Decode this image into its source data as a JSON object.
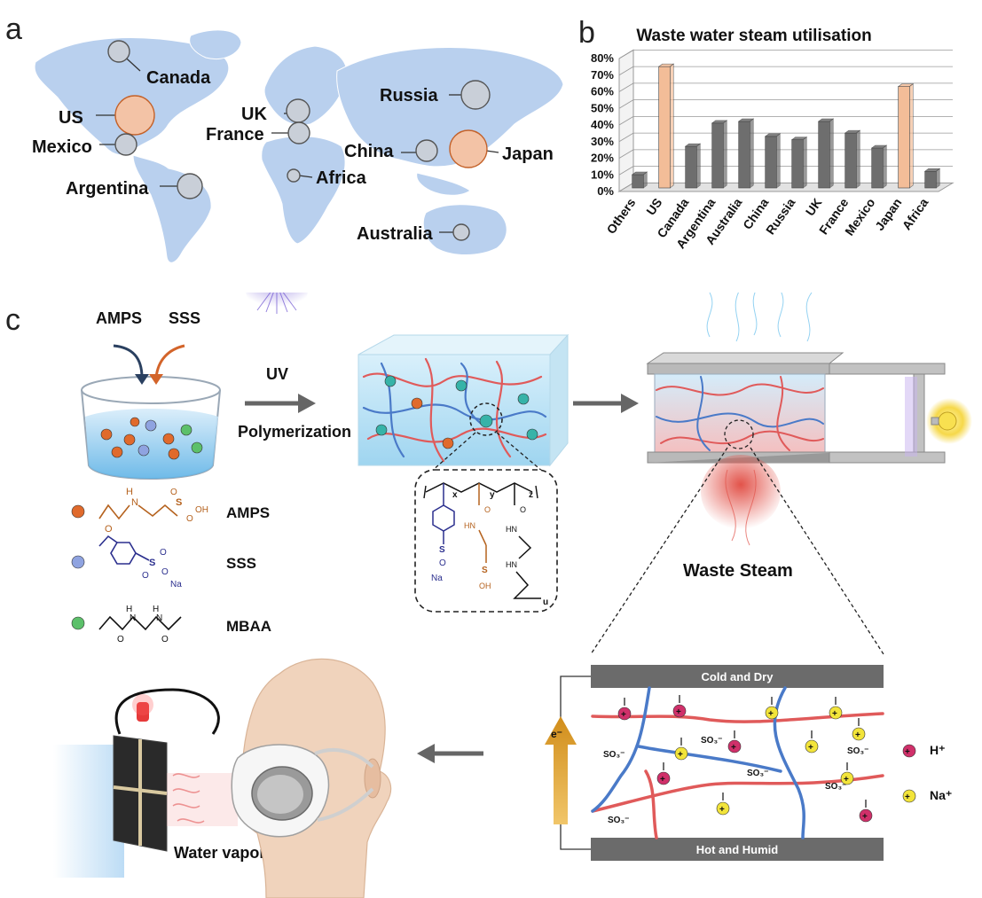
{
  "panels": {
    "a": "a",
    "b": "b",
    "c": "c"
  },
  "map": {
    "locations": [
      {
        "label": "Canada",
        "color": "gray"
      },
      {
        "label": "US",
        "color": "orange"
      },
      {
        "label": "Mexico",
        "color": "gray"
      },
      {
        "label": "Argentina",
        "color": "gray"
      },
      {
        "label": "UK",
        "color": "gray"
      },
      {
        "label": "France",
        "color": "gray"
      },
      {
        "label": "Russia",
        "color": "gray"
      },
      {
        "label": "China",
        "color": "gray"
      },
      {
        "label": "Japan",
        "color": "orange"
      },
      {
        "label": "Africa",
        "color": "gray"
      },
      {
        "label": "Australia",
        "color": "gray"
      }
    ]
  },
  "chart_data": {
    "type": "bar",
    "title": "Waste water steam utilisation",
    "categories": [
      "Others",
      "US",
      "Canada",
      "Argentina",
      "Australia",
      "China",
      "Russia",
      "UK",
      "France",
      "Mexico",
      "Japan",
      "Africa"
    ],
    "values": [
      8,
      73,
      25,
      39,
      40,
      31,
      29,
      40,
      33,
      24,
      61,
      10
    ],
    "highlight": [
      false,
      true,
      false,
      false,
      false,
      false,
      false,
      false,
      false,
      false,
      true,
      false
    ],
    "ylim": [
      0,
      80
    ],
    "yticks": [
      "0%",
      "10%",
      "20%",
      "30%",
      "40%",
      "50%",
      "60%",
      "70%",
      "80%"
    ],
    "colors": {
      "normal": "#6e6e6e",
      "highlight": "#f3bd98"
    },
    "grid": true
  },
  "process": {
    "reagent_1": "AMPS",
    "reagent_2": "SSS",
    "uv": "UV",
    "polymerization": "Polymerization",
    "waste_steam": "Waste Steam",
    "water_vapor": "Water vapor",
    "monomers": [
      {
        "label": "AMPS",
        "color": "#e06a2c"
      },
      {
        "label": "SSS",
        "color": "#8fa3e0"
      },
      {
        "label": "MBAA",
        "color": "#5cc06a"
      }
    ],
    "structure": {
      "x": "x",
      "y": "y",
      "z": "z",
      "u": "u",
      "hn1": "HN",
      "hn2": "HN",
      "hn3": "HN",
      "o1": "O",
      "o2": "O",
      "o3": "O",
      "s1": "S",
      "s2": "S",
      "na": "Na",
      "oh": "OH"
    },
    "amps_atoms": {
      "n": "N",
      "h": "H",
      "o1": "O",
      "o2": "O",
      "o3": "O",
      "s": "S",
      "oh": "OH"
    },
    "sss_atoms": {
      "s": "S",
      "o1": "O",
      "o2": "O",
      "o3": "O",
      "na": "Na"
    },
    "mbaa_atoms": {
      "h1": "H",
      "n1": "N",
      "h2": "H",
      "n2": "N",
      "o1": "O",
      "o2": "O"
    }
  },
  "device": {
    "top_plate": "Cold and Dry",
    "bottom_plate": "Hot and Humid",
    "electron": "e⁻",
    "so3": "SO₃⁻",
    "legend_h": "H⁺",
    "legend_na": "Na⁺",
    "colors": {
      "h": "#d0306a",
      "na": "#f2e43a",
      "plate": "#6b6b6b",
      "arrow": "#e0a22a"
    }
  }
}
